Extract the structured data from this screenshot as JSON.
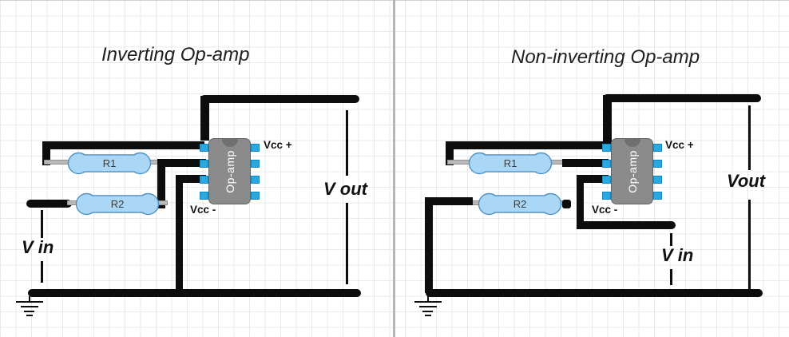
{
  "diagram": {
    "left": {
      "title": "Inverting Op-amp",
      "chip_label": "Op-amp",
      "vcc_plus": "Vcc +",
      "vcc_minus": "Vcc -",
      "r1": "R1",
      "r2": "R2",
      "vin": "V in",
      "vout": "V out"
    },
    "right": {
      "title": "Non-inverting Op-amp",
      "chip_label": "Op-amp",
      "vcc_plus": "Vcc +",
      "vcc_minus": "Vcc -",
      "r1": "R1",
      "r2": "R2",
      "vin": "V in",
      "vout": "Vout"
    },
    "colors": {
      "wire": "#0d0d0d",
      "resistor_fill": "#a9d7f5",
      "resistor_stroke": "#4d8fc0",
      "lead": "#b9b9b9",
      "chip_body": "#8b8b8b",
      "chip_notch": "#6f6f6f",
      "pin_blue": "#29a9e0",
      "grid": "#e7eaec",
      "divider": "#b5b5b5",
      "text": "#1f1f1f"
    }
  }
}
